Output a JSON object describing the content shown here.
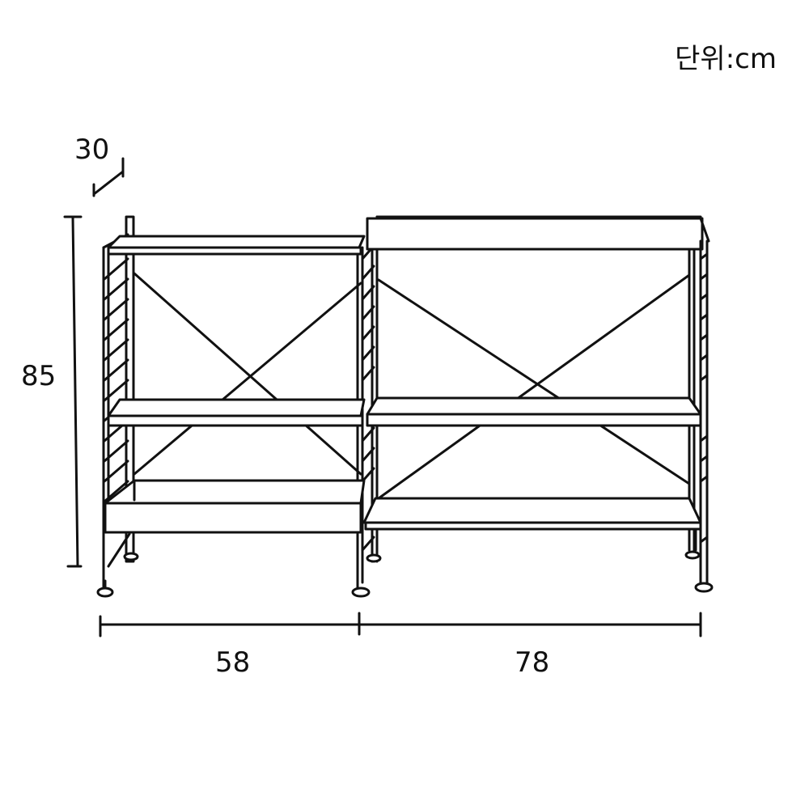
{
  "unit_label": "단위:cm",
  "dimensions": {
    "depth": "30",
    "height": "85",
    "left_width": "58",
    "right_width": "78"
  },
  "colors": {
    "line": "#111111",
    "background": "#ffffff"
  }
}
